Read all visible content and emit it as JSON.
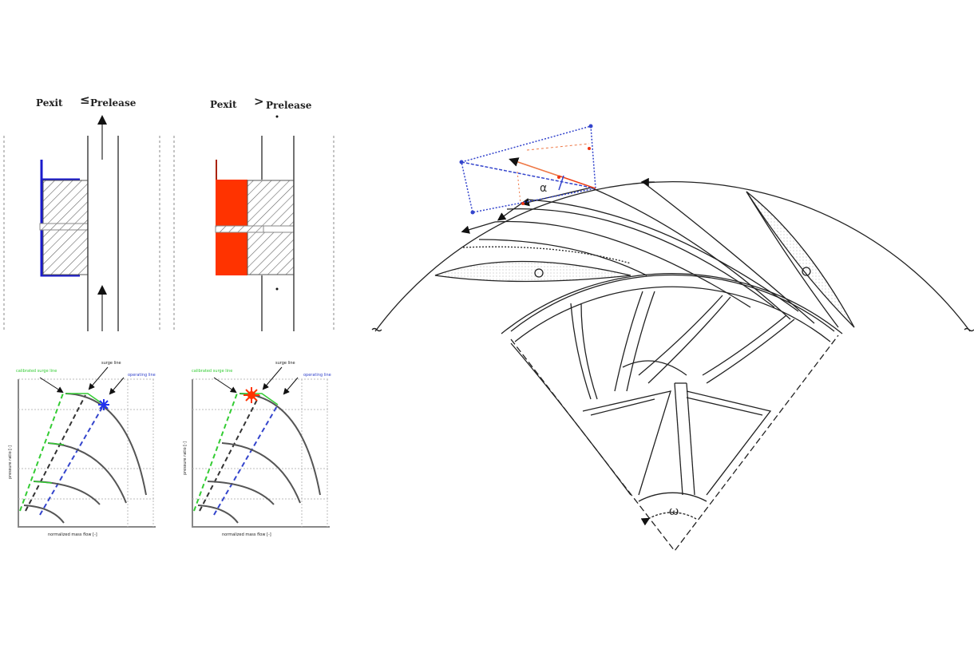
{
  "valve_panels": [
    {
      "left": "Pexit",
      "relation": "≤",
      "right": "Prelease",
      "fill_color": "#1a1acc"
    },
    {
      "left": "Pexit",
      "relation": ">",
      "right": "Prelease",
      "fill_color": "#ff3300"
    }
  ],
  "maps": [
    {
      "calibrated_label": "calibrated surge line",
      "surge_label": "surge line",
      "operating_label": "operating line",
      "xlabel": "normalized mass flow [-]",
      "ylabel": "pressure ratio [-]",
      "marker_color": "#2233ee"
    },
    {
      "calibrated_label": "calibrated surge line",
      "surge_label": "surge line",
      "operating_label": "operating line",
      "xlabel": "normalized mass flow [-]",
      "ylabel": "pressure ratio [-]",
      "marker_color": "#ff3300"
    }
  ],
  "impeller": {
    "angle_symbol": "α",
    "rotation_symbol": "ω"
  },
  "colors": {
    "green": "#33cc33",
    "blue": "#3344cc",
    "red": "#ee3311"
  }
}
